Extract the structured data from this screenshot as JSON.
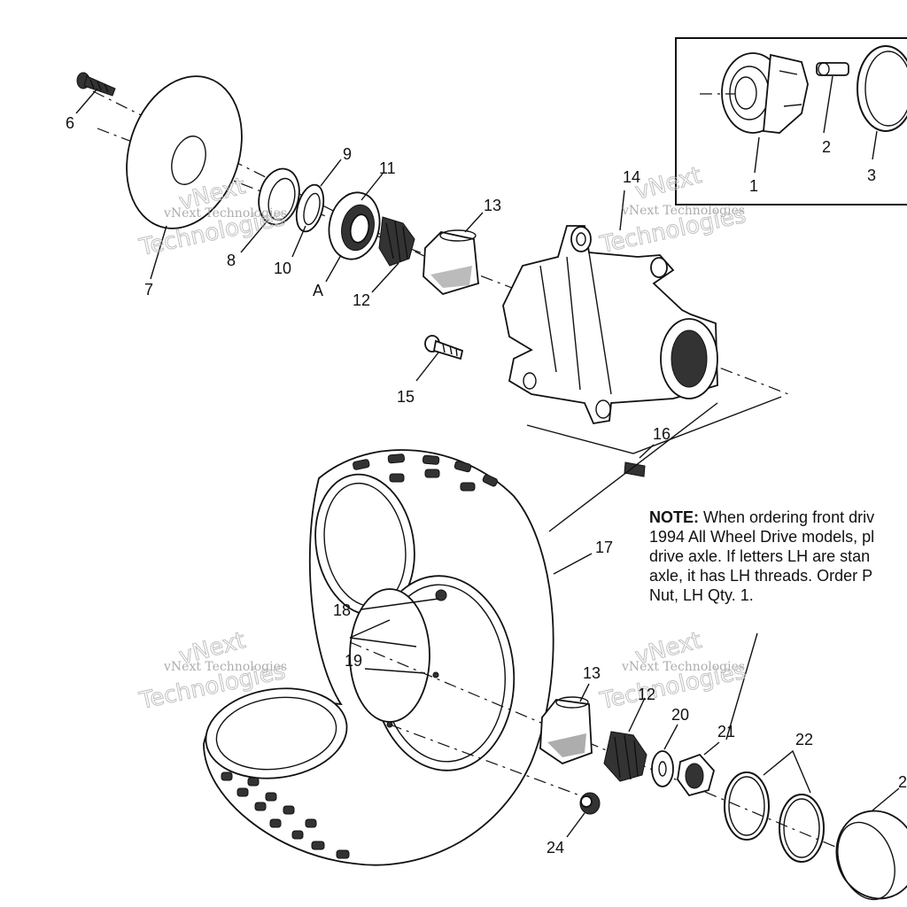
{
  "callouts": {
    "c1": "1",
    "c2": "2",
    "c3": "3",
    "c6": "6",
    "c7": "7",
    "c8": "8",
    "c9": "9",
    "c10": "10",
    "c11": "11",
    "cA": "A",
    "c12": "12",
    "c13": "13",
    "c14": "14",
    "c15": "15",
    "c16": "16",
    "c17": "17",
    "c18": "18",
    "c19": "19",
    "c13b": "13",
    "c12b": "12",
    "c20": "20",
    "c21": "21",
    "c22": "22",
    "c24": "24",
    "c2x": "2"
  },
  "note": {
    "label": "NOTE:",
    "line1": " When ordering front driv",
    "line2": "1994 All Wheel Drive models, pl",
    "line3": "drive axle.  If letters LH are stan",
    "line4": "axle, it has LH threads.  Order P",
    "line5": "Nut, LH Qty. 1."
  },
  "watermark": {
    "brand": "vNext",
    "text": "vNext Technologies",
    "sub": "Technologies"
  }
}
